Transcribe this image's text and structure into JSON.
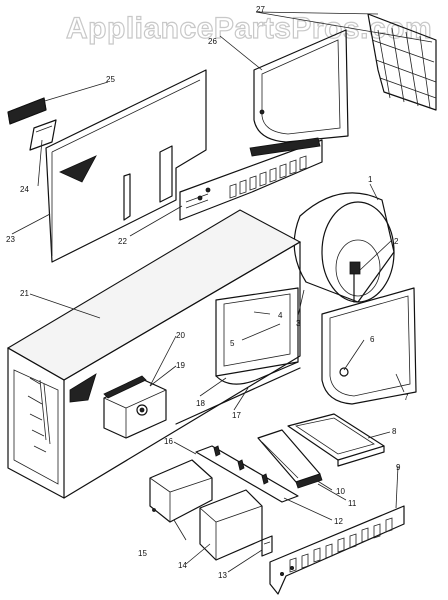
{
  "watermark": "AppliancePartsPros.com",
  "part_labels": [
    "1",
    "2",
    "3",
    "4",
    "5",
    "6",
    "7",
    "8",
    "9",
    "10",
    "11",
    "12",
    "13",
    "14",
    "15",
    "16",
    "17",
    "18",
    "19",
    "20",
    "21",
    "22",
    "23",
    "24",
    "25",
    "26",
    "27"
  ]
}
